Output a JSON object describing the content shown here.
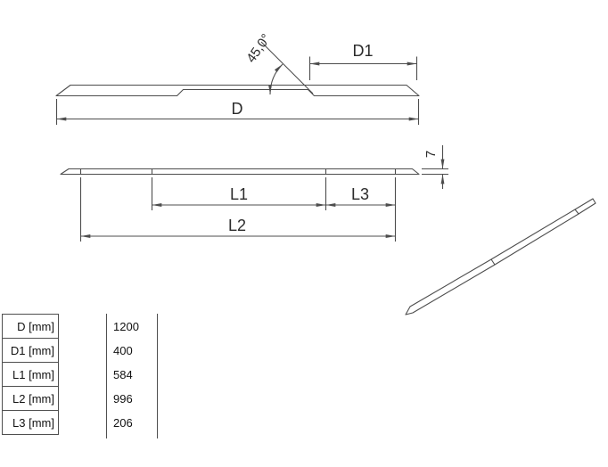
{
  "drawing": {
    "top_view": {
      "angle_label": "45,0°",
      "d1_label": "D1",
      "d_label": "D"
    },
    "side_view": {
      "thickness_label": "7",
      "l1_label": "L1",
      "l3_label": "L3",
      "l2_label": "L2"
    },
    "colors": {
      "line": "#4d4d4d",
      "text": "#2b2b2b",
      "background": "#ffffff"
    }
  },
  "table": {
    "rows": [
      {
        "label": "D [mm]",
        "value": "1200"
      },
      {
        "label": "D1 [mm]",
        "value": "400"
      },
      {
        "label": "L1 [mm]",
        "value": "584"
      },
      {
        "label": "L2 [mm]",
        "value": "996"
      },
      {
        "label": "L3 [mm]",
        "value": "206"
      }
    ]
  }
}
